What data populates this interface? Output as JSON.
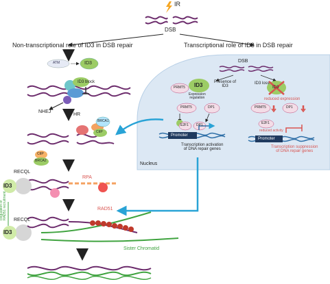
{
  "header": {
    "ir_label": "IR",
    "dsb_label": "DSB",
    "left_title": "Non-transcriptional role of ID3 in DSB repair",
    "right_title": "Transcriptional role of ID3 in DSB repair"
  },
  "left_pathway": {
    "atm": "ATM",
    "id3": "ID3",
    "id3_block": "ID3 block",
    "nhej": "NHEJ",
    "hr": "HR",
    "brca1": "BRCA1",
    "ctip": "CtIP",
    "brca2": "BRCA2",
    "ctip2": "CtIP",
    "recql_1": "RECQL",
    "recql_2": "RECQL",
    "id3_side_1": "ID3",
    "id3_side_2": "ID3",
    "rpa": "RPA",
    "rad51": "RAD51",
    "side_note": "Regulation of\nRAD51 recruitment",
    "sister": "Sister Chromatid"
  },
  "nucleus": {
    "label": "Nucleus",
    "dsb": "DSB",
    "presence": "Presence of\nID3",
    "id3_loss": "ID3 loss",
    "id3": "ID3",
    "id3_crossed": "ID3",
    "prmt5_a": "PRMT5",
    "prmt5_b": "PRMT5",
    "prmt5_c": "PRMT5",
    "dp1_a": "DP1",
    "dp1_b": "DP1",
    "dp1_c": "DP1",
    "e2f1_a": "E2F1",
    "e2f1_b": "E2F1",
    "expr_reg": "Expression\nregulation",
    "reduced_expr": "reduced expression",
    "reduced_act": "reduced activity",
    "promoter_a": "Promoter",
    "promoter_b": "Promoter",
    "activation": "Transcription activation\nof DNA repair genes",
    "suppression": "Transcription suppression\nof DNA repair genes"
  },
  "colors": {
    "dna_purple": "#6b2a6b",
    "dna_green": "#3fa33f",
    "nucleus_fill": "#dce8f4",
    "arrow_blue": "#29a3d6",
    "red_text": "#d9534f"
  }
}
